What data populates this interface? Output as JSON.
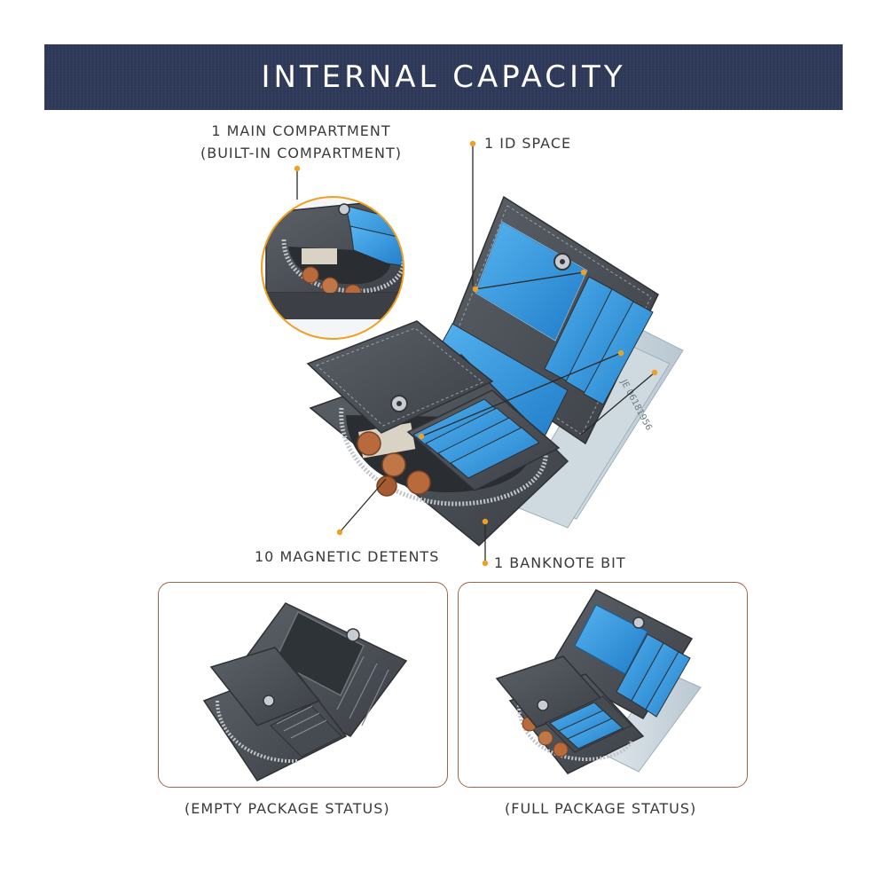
{
  "banner": {
    "title": "INTERNAL CAPACITY"
  },
  "callouts": {
    "main_compartment_line1": "1 MAIN COMPARTMENT",
    "main_compartment_line2": "(BUILT-IN COMPARTMENT)",
    "id_space": "1 ID SPACE",
    "magnetic_detents": "10 MAGNETIC DETENTS",
    "banknote_bit": "1 BANKNOTE BIT"
  },
  "panels": {
    "empty_caption": "(EMPTY PACKAGE STATUS)",
    "full_caption": "(FULL PACKAGE STATUS)"
  },
  "colors": {
    "banner": "#2f3a5a",
    "accent_dot": "#f0a020",
    "wallet": "#4a4f55",
    "card_blue": "#2f8fd6",
    "frame": "#a0644a"
  }
}
